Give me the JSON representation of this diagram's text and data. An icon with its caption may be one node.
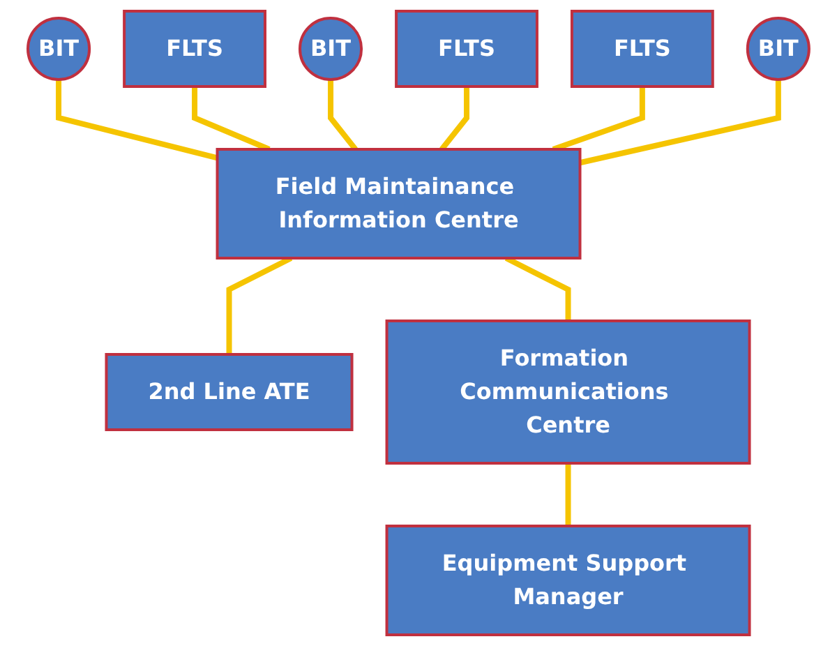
{
  "diagram": {
    "nodes": [
      {
        "text": [
          "BIT"
        ]
      },
      {
        "text": [
          "FLTS"
        ]
      },
      {
        "text": [
          "BIT"
        ]
      },
      {
        "text": [
          "FLTS"
        ]
      },
      {
        "text": [
          "FLTS"
        ]
      },
      {
        "text": [
          "BIT"
        ]
      },
      {
        "text": [
          "Field Maintainance Information Centre"
        ]
      },
      {
        "text": [
          "2nd Line ATE"
        ]
      },
      {
        "text": [
          "Formation Communications Centre"
        ]
      },
      {
        "text": [
          "Equipment Support Manager"
        ]
      }
    ],
    "edges": [
      {
        "from": 0,
        "to": 6,
        "arrow": "none"
      },
      {
        "from": 1,
        "to": 6,
        "arrow": "none"
      },
      {
        "from": 2,
        "to": 6,
        "arrow": "none"
      },
      {
        "from": 3,
        "to": 6,
        "arrow": "none"
      },
      {
        "from": 4,
        "to": 6,
        "arrow": "none"
      },
      {
        "from": 5,
        "to": 6,
        "arrow": "none"
      },
      {
        "from": 6,
        "to": 7,
        "arrow": "none"
      },
      {
        "from": 6,
        "to": 8,
        "arrow": "none"
      },
      {
        "from": 8,
        "to": 9,
        "arrow": "none"
      }
    ]
  }
}
